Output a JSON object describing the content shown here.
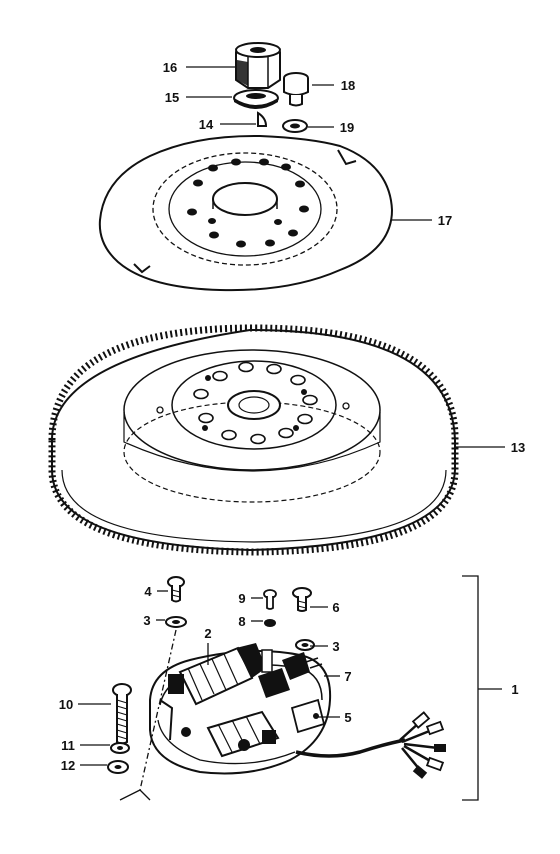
{
  "callouts": [
    {
      "id": "c1",
      "label": "1"
    },
    {
      "id": "c2",
      "label": "2"
    },
    {
      "id": "c3a",
      "label": "3"
    },
    {
      "id": "c3b",
      "label": "3"
    },
    {
      "id": "c4",
      "label": "4"
    },
    {
      "id": "c5",
      "label": "5"
    },
    {
      "id": "c6",
      "label": "6"
    },
    {
      "id": "c7",
      "label": "7"
    },
    {
      "id": "c8",
      "label": "8"
    },
    {
      "id": "c9",
      "label": "9"
    },
    {
      "id": "c10",
      "label": "10"
    },
    {
      "id": "c11",
      "label": "11"
    },
    {
      "id": "c12",
      "label": "12"
    },
    {
      "id": "c13",
      "label": "13"
    },
    {
      "id": "c14",
      "label": "14"
    },
    {
      "id": "c15",
      "label": "15"
    },
    {
      "id": "c16",
      "label": "16"
    },
    {
      "id": "c17",
      "label": "17"
    },
    {
      "id": "c18",
      "label": "18"
    },
    {
      "id": "c19",
      "label": "19"
    }
  ],
  "colors": {
    "ink": "#111111",
    "paper": "#ffffff"
  }
}
